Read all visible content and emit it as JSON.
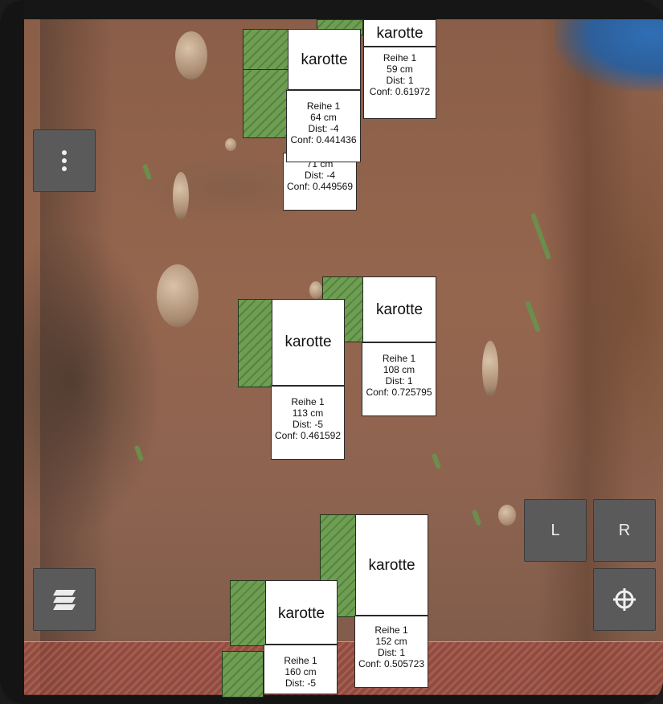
{
  "detections": [
    {
      "label": "karotte",
      "row": "Reihe 1",
      "distance_cm": "59 cm",
      "dist": "Dist: 1",
      "conf": "Conf: 0.61972"
    },
    {
      "label": "karotte",
      "row": "Reihe 1",
      "distance_cm": "64 cm",
      "dist": "Dist: -4",
      "conf": "Conf: 0.441436"
    },
    {
      "label": "",
      "row": "",
      "distance_cm": "71 cm",
      "dist": "Dist: -4",
      "conf": "Conf: 0.449569"
    },
    {
      "label": "karotte",
      "row": "Reihe 1",
      "distance_cm": "113 cm",
      "dist": "Dist: -5",
      "conf": "Conf: 0.461592"
    },
    {
      "label": "karotte",
      "row": "Reihe 1",
      "distance_cm": "108 cm",
      "dist": "Dist: 1",
      "conf": "Conf: 0.725795"
    },
    {
      "label": "karotte",
      "row": "Reihe 1",
      "distance_cm": "152 cm",
      "dist": "Dist: 1",
      "conf": "Conf: 0.505723"
    },
    {
      "label": "karotte",
      "row": "Reihe 1",
      "distance_cm": "160 cm",
      "dist": "Dist: -5",
      "conf": ""
    }
  ],
  "controls": {
    "menu_icon": "more-vert-icon",
    "layers_icon": "layers-icon",
    "left_label": "L",
    "right_label": "R",
    "locate_icon": "crosshair-icon"
  },
  "colors": {
    "plant_box": "#6e9e52",
    "button_bg": "#5a5a5a",
    "danger_band": "#c46a5a"
  }
}
